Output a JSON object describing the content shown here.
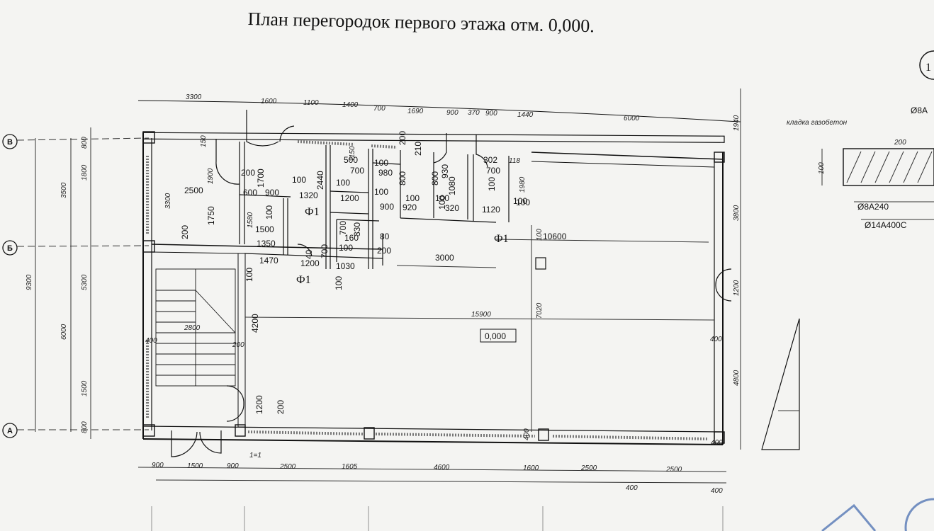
{
  "title": "План перегородок первого этажа отм. 0,000.",
  "axes": [
    "В",
    "Б",
    "А"
  ],
  "detail_marker": "1",
  "level_mark": "0,000",
  "section_mark": "1=1",
  "wall_type": "Ф1",
  "top_dims": [
    "3300",
    "1600",
    "1100",
    "1400",
    "700",
    "1690",
    "900",
    "370",
    "900",
    "1440",
    "6000"
  ],
  "bottom_dims": [
    "900",
    "1500",
    "900",
    "2500",
    "1605",
    "4600",
    "1600",
    "2500",
    "2500"
  ],
  "bottom_dims_small": [
    "400",
    "400"
  ],
  "left_dims_outer": [
    "9300"
  ],
  "left_dims_mid": [
    "3500",
    "5300",
    "6000",
    "1500"
  ],
  "left_dims_inner": [
    "800",
    "1500",
    "1800",
    "800"
  ],
  "right_dims": [
    "1940",
    "3800",
    "1200",
    "400",
    "4800"
  ],
  "room_dims": [
    "150",
    "1900",
    "200",
    "1700",
    "3300",
    "2500",
    "600",
    "900",
    "1750",
    "1580",
    "100",
    "1500",
    "200",
    "1350",
    "1470",
    "1200",
    "1030",
    "100",
    "2440",
    "1320",
    "100",
    "1200",
    "1150",
    "500",
    "700",
    "100",
    "100",
    "980",
    "900",
    "200",
    "210",
    "800",
    "100",
    "920",
    "800",
    "100",
    "100",
    "1080",
    "930",
    "320",
    "302",
    "700",
    "100",
    "118",
    "1980",
    "1120",
    "100",
    "40",
    "700",
    "330",
    "160",
    "100",
    "80",
    "200",
    "700",
    "100",
    "3000",
    "10600",
    "100",
    "7020",
    "15900",
    "2800",
    "4200",
    "400",
    "200",
    "1200",
    "200",
    "100",
    "400",
    "400",
    "100"
  ],
  "detail_texts": [
    "кладка газобетон",
    "Ø8А",
    "200",
    "100",
    "Ø8А240",
    "Ø14А400С"
  ]
}
